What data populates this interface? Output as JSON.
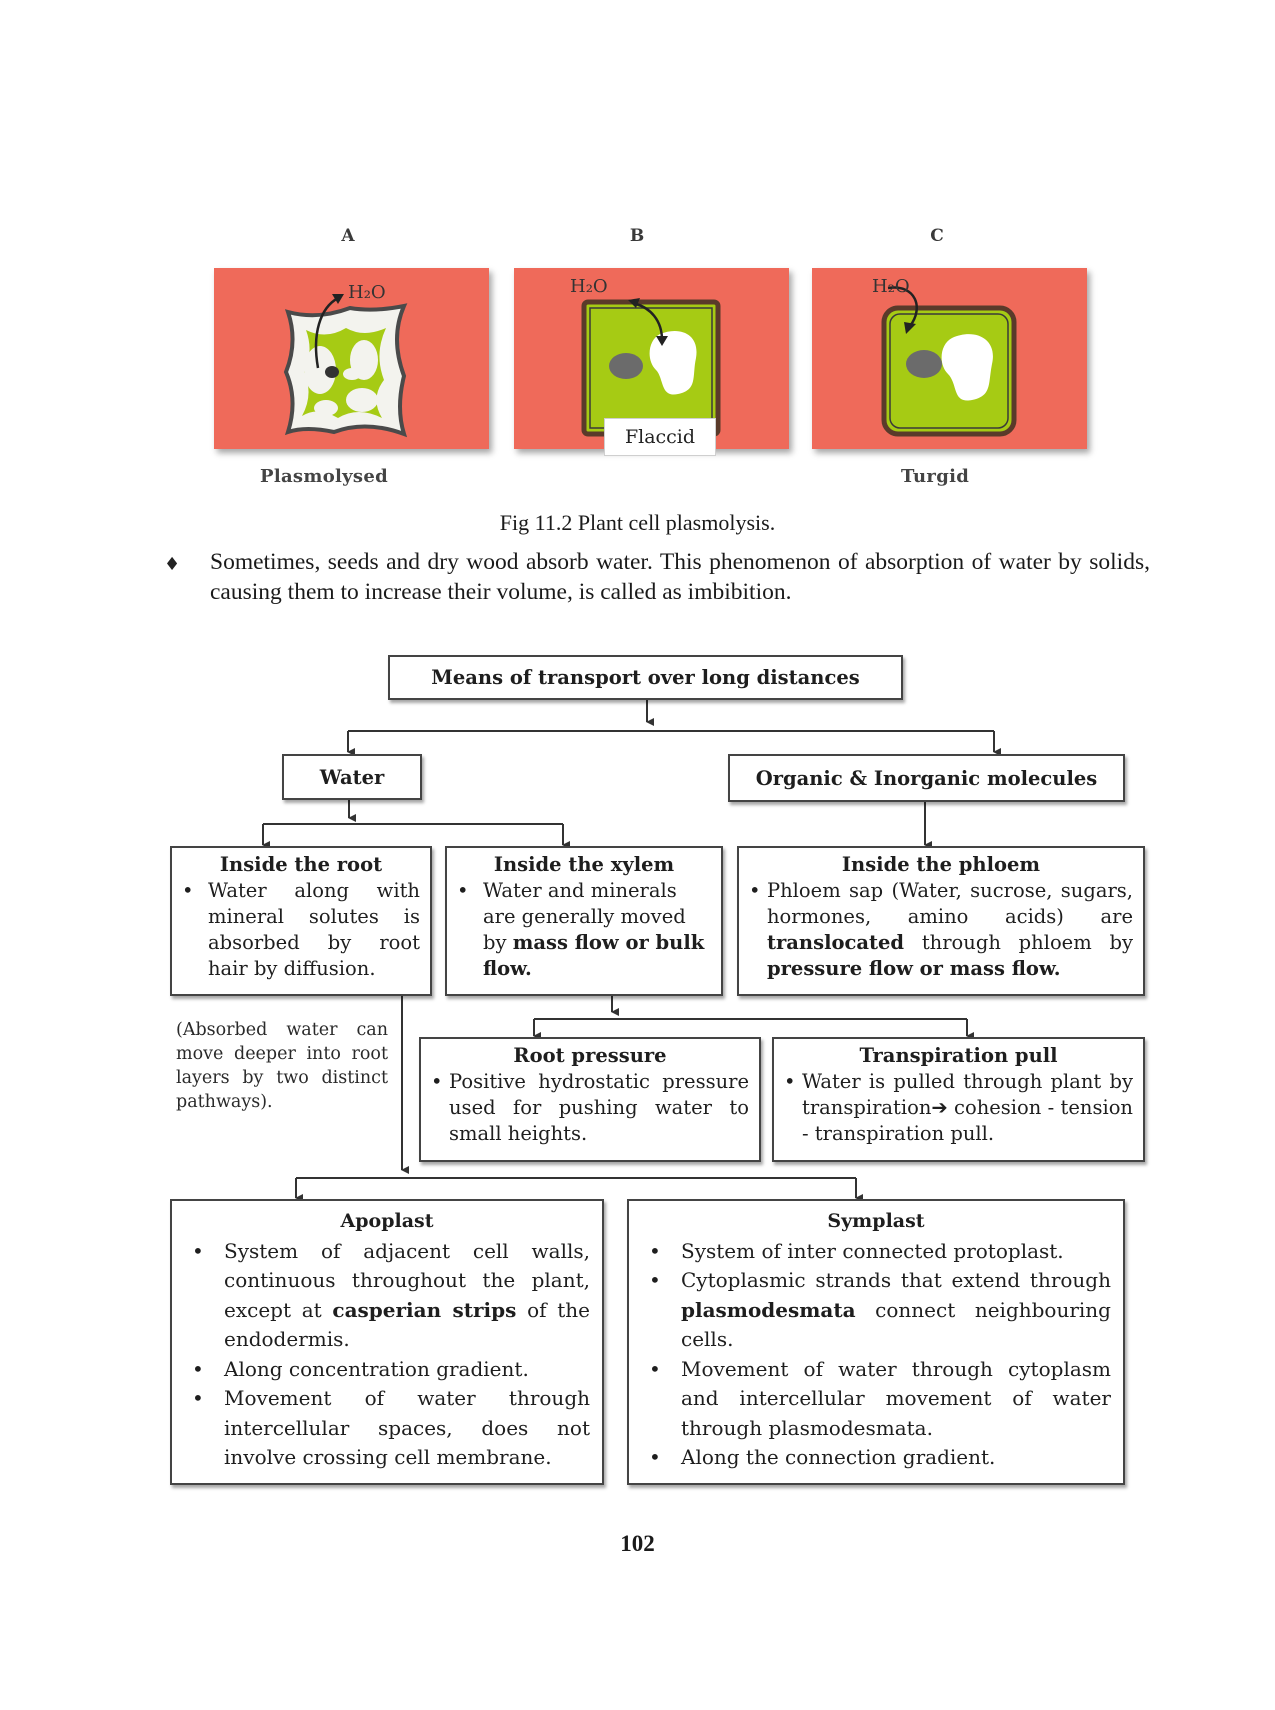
{
  "figure": {
    "panels": [
      {
        "letter": "A",
        "label": "Plasmolysed",
        "water": "H₂O"
      },
      {
        "letter": "B",
        "label": "Flaccid",
        "water": "H₂O"
      },
      {
        "letter": "C",
        "label": "Turgid",
        "water": "H₂O"
      }
    ],
    "caption": "Fig 11.2 Plant cell plasmolysis."
  },
  "paragraph": {
    "bullet": "♦",
    "text": "Sometimes, seeds and dry wood absorb water. This phenomenon of absorption of water by solids, causing them to increase their volume, is called as imbibition."
  },
  "flowchart": {
    "root": "Means of transport over long distances",
    "water": "Water",
    "organic": "Organic & Inorganic molecules",
    "inside_root": {
      "title": "Inside the root",
      "text": "Water along with mineral solutes is absorbed by root hair by diffusion."
    },
    "inside_xylem": {
      "title": "Inside the xylem",
      "pre": "Water and minerals are generally moved by ",
      "bold": "mass flow or bulk flow."
    },
    "inside_phloem": {
      "title": "Inside the phloem",
      "pre": "Phloem sap (Water, sucrose, sugars, hormones, amino acids) are ",
      "bold1": "translocated",
      "mid": " through phloem by ",
      "bold2": "pressure flow or mass flow."
    },
    "side_note": "(Absorbed water can move deeper into root layers by two distinct pathways).",
    "root_pressure": {
      "title": "Root pressure",
      "text": "Positive hydrostatic pressure used for pushing water to small heights."
    },
    "transpiration_pull": {
      "title": "Transpiration pull",
      "pre": "Water is pulled through plant by transpiration",
      "arrow": "➔",
      "post": " cohesion - tension - transpiration pull."
    },
    "apoplast": {
      "title": "Apoplast",
      "item1_pre": "System of adjacent cell walls, continuous throughout the plant, except at ",
      "item1_bold": "casperian strips",
      "item1_post": " of the endodermis.",
      "item2": "Along concentration gradient.",
      "item3": "Movement of water through intercellular spaces, does not involve crossing cell membrane."
    },
    "symplast": {
      "title": "Symplast",
      "item1": "System of inter connected protoplast.",
      "item2_pre": "Cytoplasmic strands that extend through ",
      "item2_bold": "plasmodesmata",
      "item2_post": " connect neighbouring cells.",
      "item3": "Movement of water through cytoplasm and intercellular movement of water through plasmodesmata.",
      "item4": "Along the connection gradient."
    }
  },
  "page_number": "102"
}
